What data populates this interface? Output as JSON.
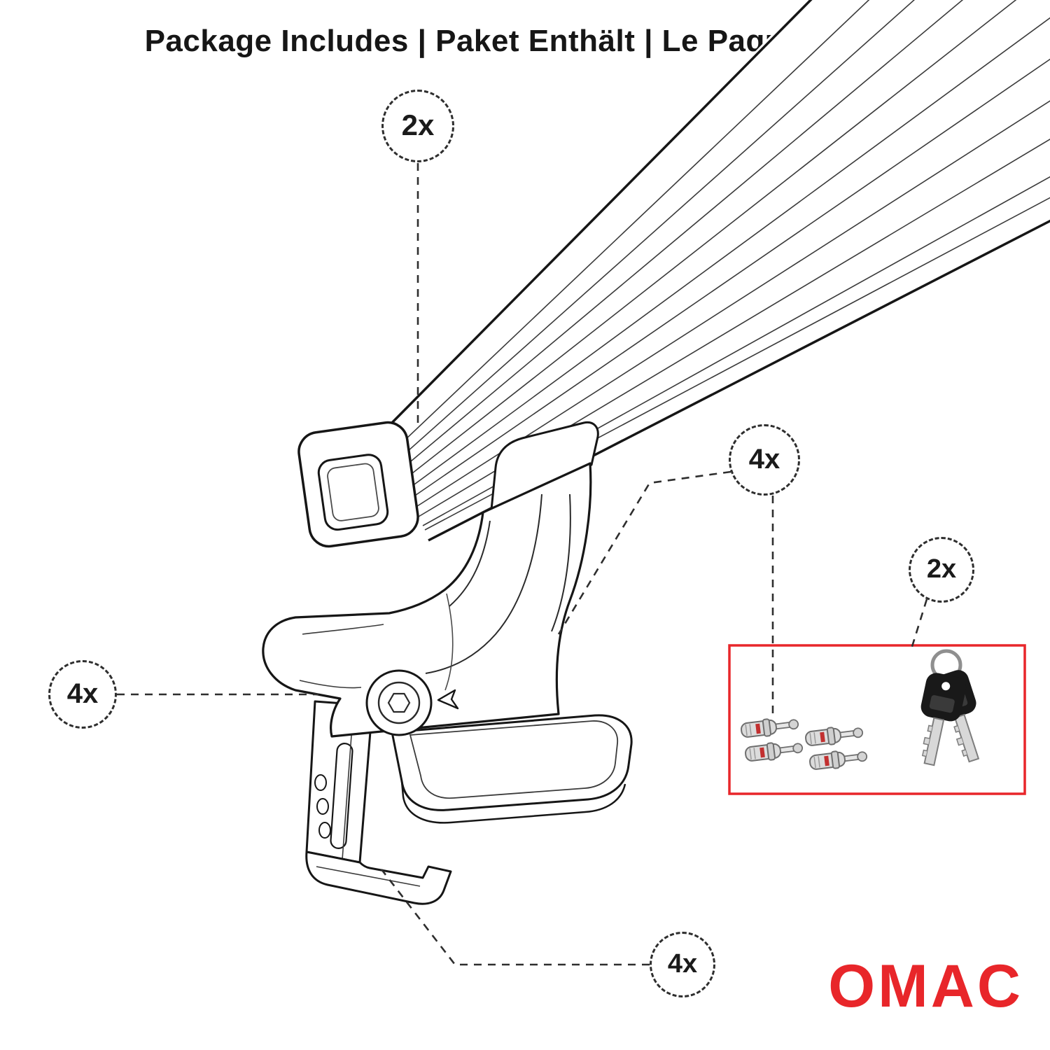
{
  "title": "Package Includes | Paket Enthält | Le Paquet Inclut",
  "callouts": [
    {
      "target": "cross-bar",
      "label": "2x"
    },
    {
      "target": "mounting-foot",
      "label": "4x"
    },
    {
      "target": "lock-bolts",
      "label": "4x"
    },
    {
      "target": "keys",
      "label": "2x"
    },
    {
      "target": "clamp-bracket",
      "label": "4x"
    }
  ],
  "hardware_box": {
    "contents": [
      "lock-cylinders",
      "keys-on-ring"
    ]
  },
  "brand": {
    "name": "OMAC"
  },
  "colors": {
    "accent_red": "#E8262A",
    "line_dark": "#161616"
  }
}
